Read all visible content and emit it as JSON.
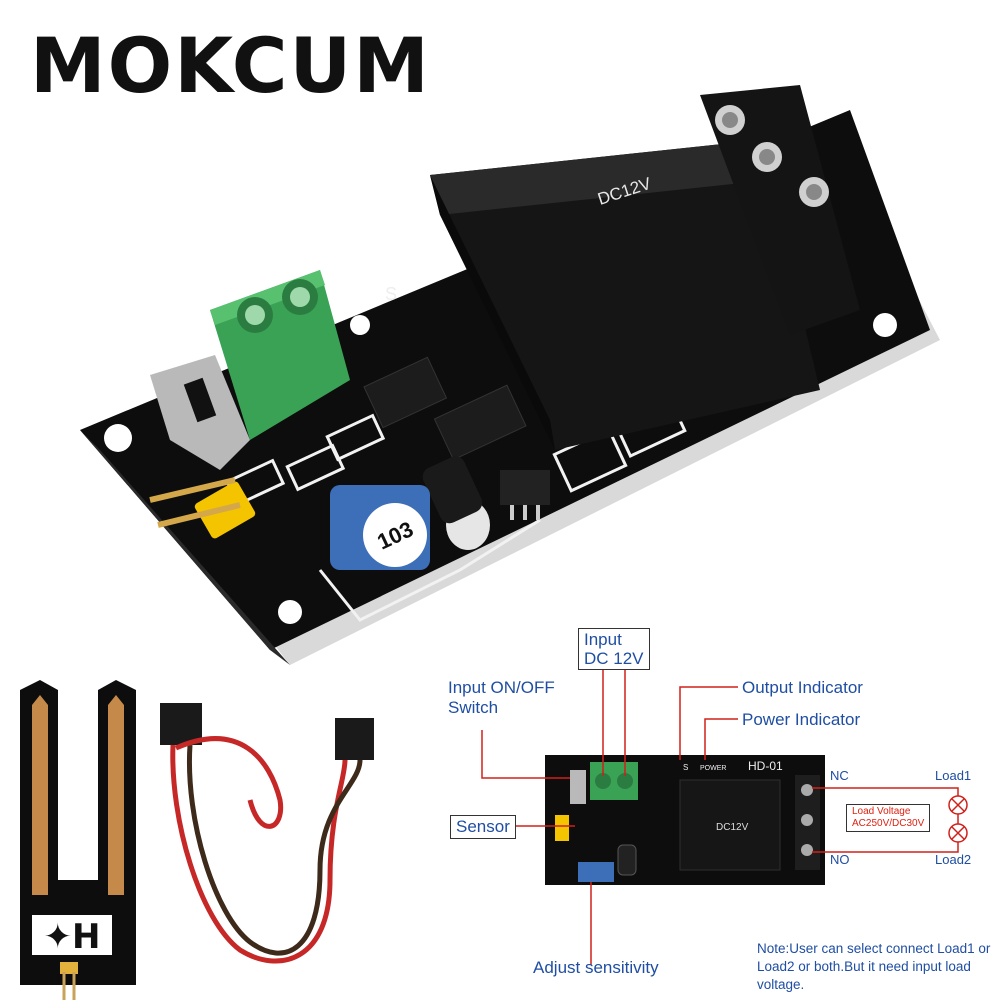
{
  "brand": "MOKCUM",
  "relay_text": "DC12V",
  "pot_text": "103",
  "board_marks": {
    "s": "S"
  },
  "diagram": {
    "input_dc": "Input\nDC 12V",
    "switch_label": "Input ON/OFF\nSwitch",
    "output_indicator": "Output Indicator",
    "power_indicator": "Power Indicator",
    "sensor": "Sensor",
    "adjust": "Adjust sensitivity",
    "nc": "NC",
    "no": "NO",
    "load1": "Load1",
    "load2": "Load2",
    "load_voltage": "Load Voltage\nAC250V/DC30V",
    "board_id": "HD-01",
    "board_power": "POWER",
    "board_s": "S",
    "relay_small": "DC12V",
    "note": "Note:User can select connect Load1 or Load2 or both.But it need input load voltage."
  },
  "colors": {
    "pcb": "#0d0d0d",
    "terminal_green": "#3aa255",
    "label_blue": "#1f4ea3",
    "arrow_red": "#d0201a",
    "pot_blue": "#3d6fb8"
  }
}
